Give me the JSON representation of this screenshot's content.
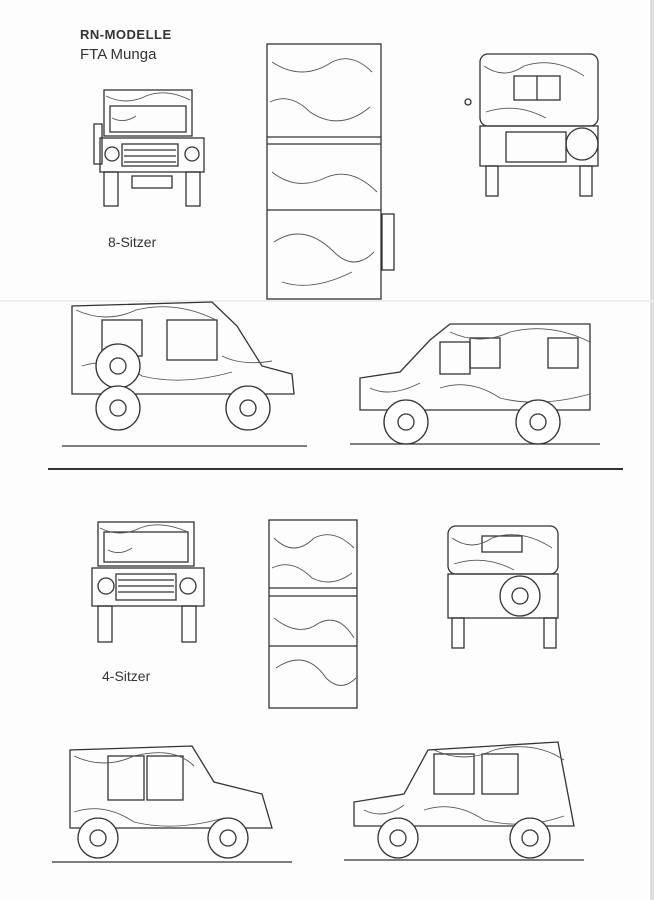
{
  "header": {
    "brand": "RN-MODELLE",
    "model": "FTA Munga"
  },
  "sections": [
    {
      "label": "8-Sitzer"
    },
    {
      "label": "4-Sitzer"
    }
  ]
}
